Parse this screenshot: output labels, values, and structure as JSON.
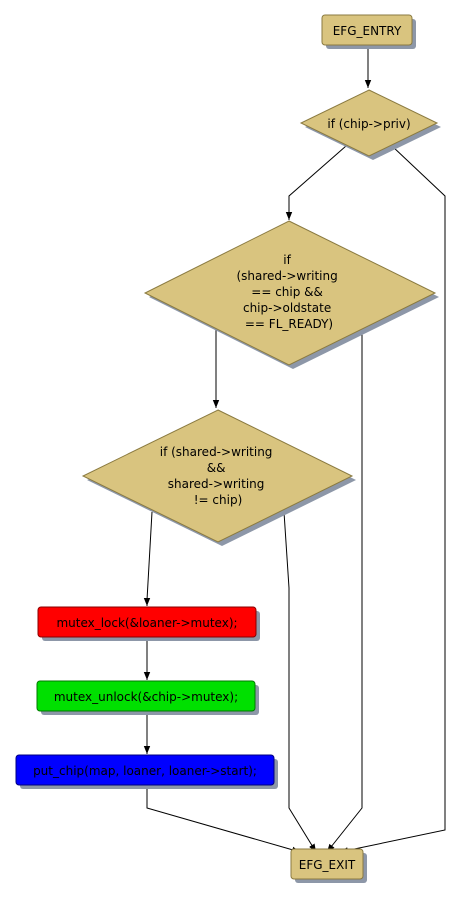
{
  "colors": {
    "node_fill": "#d9c47f",
    "node_stroke": "#8a7a40",
    "shadow": "#8d97a8",
    "red": "#ff0000",
    "green": "#00e000",
    "blue": "#0000ff",
    "edge": "#000000"
  },
  "nodes": {
    "entry": {
      "label": "EFG_ENTRY"
    },
    "cond_priv": {
      "label": "if (chip->priv)"
    },
    "cond_shared": {
      "lines": [
        "if",
        "(shared->writing",
        "== chip &&",
        "chip->oldstate",
        "== FL_READY)"
      ]
    },
    "cond_writing": {
      "lines": [
        "if (shared->writing",
        "&&",
        "shared->writing",
        "!= chip)"
      ]
    },
    "mutex_lock": {
      "label": "mutex_lock(&loaner->mutex);"
    },
    "mutex_unlock": {
      "label": "mutex_unlock(&chip->mutex);"
    },
    "put_chip": {
      "label": "put_chip(map, loaner, loaner->start);"
    },
    "exit": {
      "label": "EFG_EXIT"
    }
  }
}
